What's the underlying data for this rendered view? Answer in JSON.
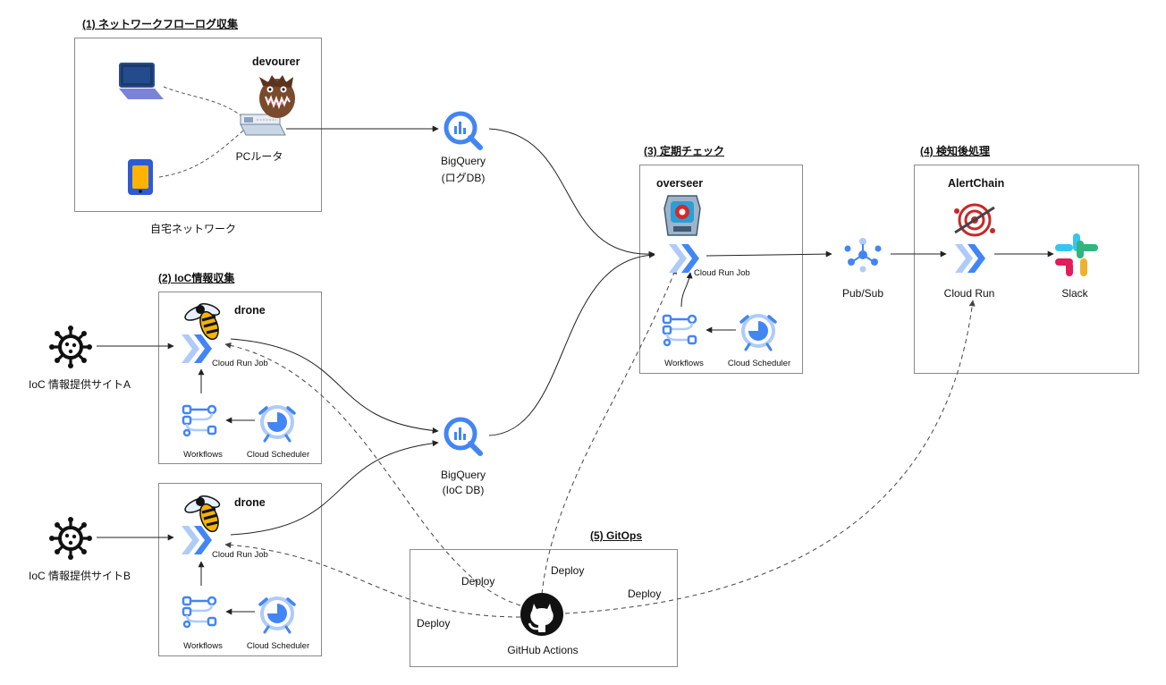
{
  "sections": {
    "s1": "(1) ネットワークフローログ収集",
    "s2": "(2) IoC情報収集",
    "s3": "(3) 定期チェック",
    "s4": "(4) 検知後処理",
    "s5": "(5) GitOps"
  },
  "home_network": {
    "caption": "自宅ネットワーク",
    "app_name": "devourer",
    "router": "PCルータ"
  },
  "bigquery_log": {
    "name": "BigQuery",
    "sub": "(ログDB)"
  },
  "bigquery_ioc": {
    "name": "BigQuery",
    "sub": "(IoC DB)"
  },
  "drone_a": {
    "app_name": "drone",
    "job": "Cloud Run Job",
    "workflows": "Workflows",
    "scheduler": "Cloud Scheduler"
  },
  "drone_b": {
    "app_name": "drone",
    "job": "Cloud Run Job",
    "workflows": "Workflows",
    "scheduler": "Cloud Scheduler"
  },
  "site_a": "IoC 情報提供サイトA",
  "site_b": "IoC 情報提供サイトB",
  "overseer": {
    "app_name": "overseer",
    "job": "Cloud Run Job",
    "workflows": "Workflows",
    "scheduler": "Cloud Scheduler"
  },
  "pubsub": "Pub/Sub",
  "alertchain": {
    "app_name": "AlertChain",
    "service": "Cloud Run"
  },
  "slack": "Slack",
  "gitops": {
    "actions": "GitHub Actions",
    "deploy_labels": [
      "Deploy",
      "Deploy",
      "Deploy",
      "Deploy"
    ]
  },
  "colors": {
    "gcp_blue": "#4285f4",
    "gcp_light_blue": "#aecbfa",
    "box_border": "#8a8a8a",
    "line": "#333333"
  }
}
